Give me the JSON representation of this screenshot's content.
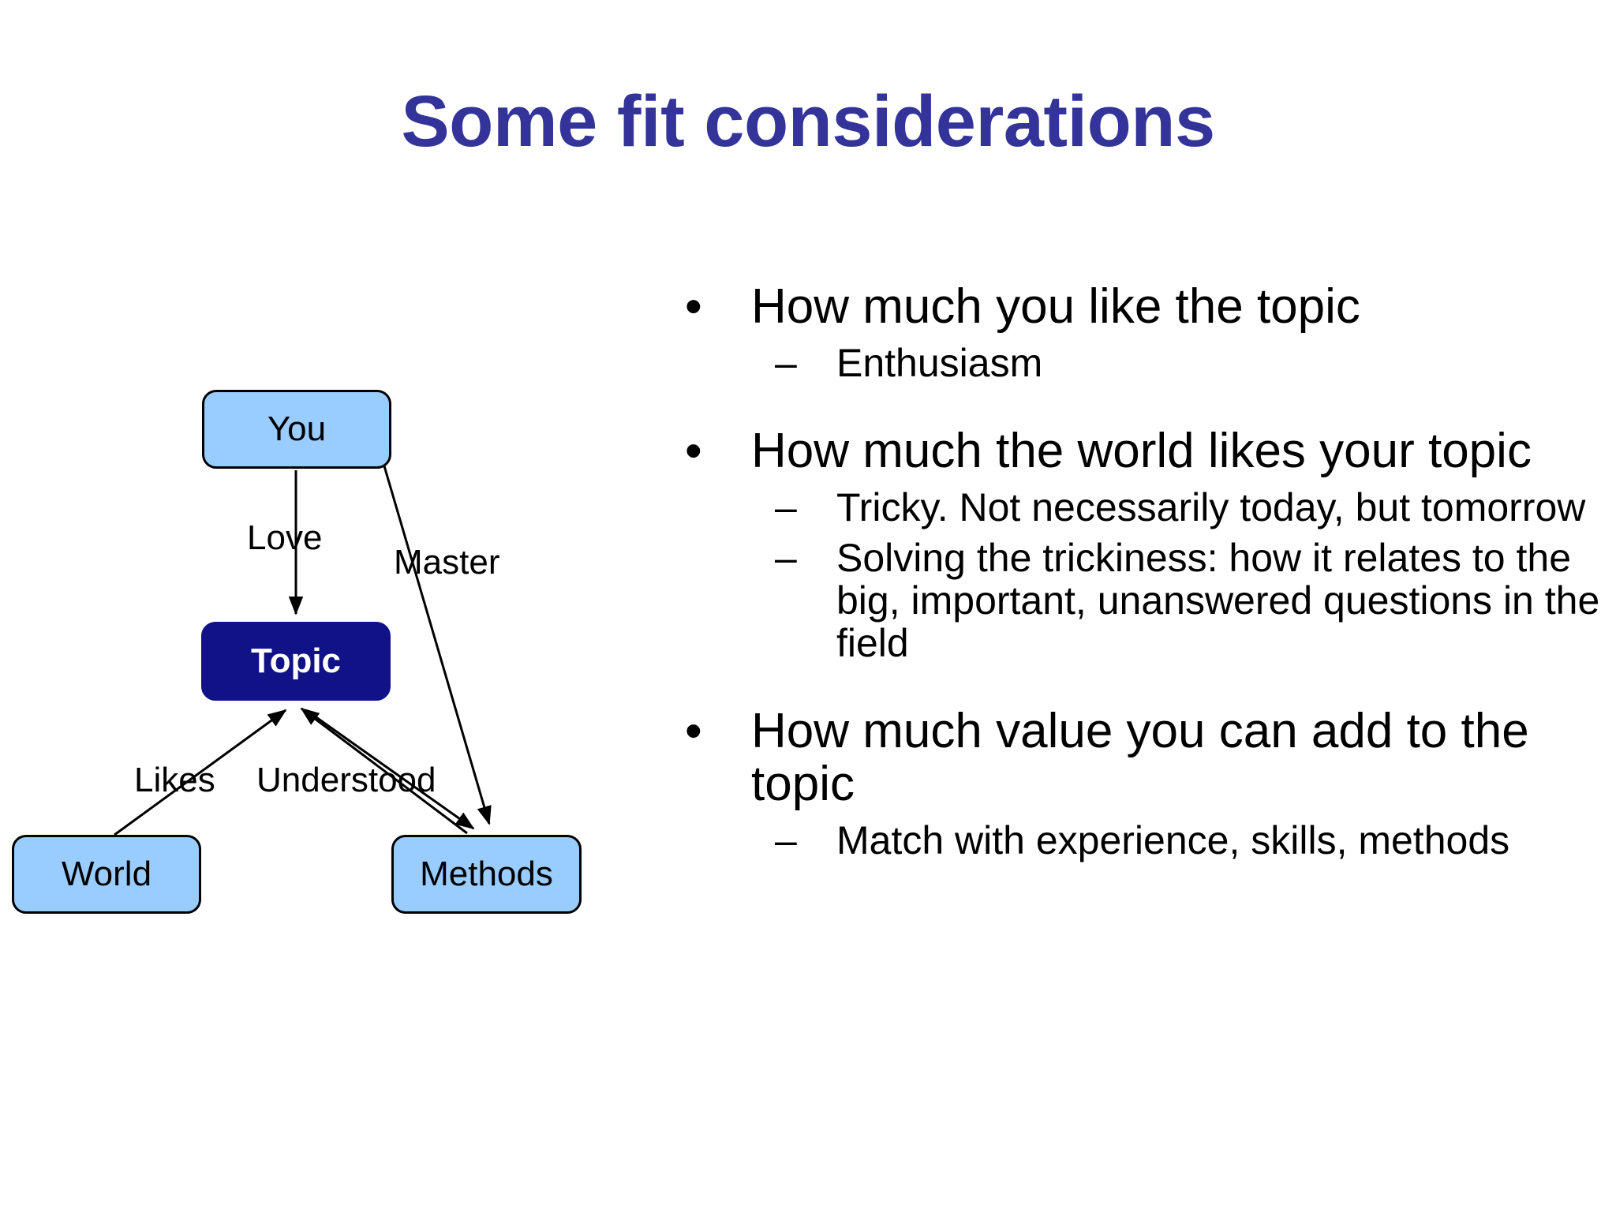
{
  "slide": {
    "title": "Some fit considerations",
    "title_color": "#333399",
    "background_color": "#ffffff"
  },
  "diagram": {
    "node_fill_light": "#99CCFF",
    "node_fill_dark": "#111188",
    "node_border": "#000000",
    "nodes": [
      {
        "id": "you",
        "label": "You"
      },
      {
        "id": "topic",
        "label": "Topic"
      },
      {
        "id": "world",
        "label": "World"
      },
      {
        "id": "methods",
        "label": "Methods"
      }
    ],
    "edges": [
      {
        "id": "you-topic",
        "label": "Love",
        "from": "You",
        "to": "Topic"
      },
      {
        "id": "you-methods",
        "label": "Master",
        "from": "You",
        "to": "Methods"
      },
      {
        "id": "world-topic",
        "label": "Likes",
        "from": "World",
        "to": "Topic"
      },
      {
        "id": "methods-topic",
        "label": "Understood",
        "from": "Methods",
        "to": "Topic"
      }
    ]
  },
  "bullets": [
    {
      "text": "How much you like the topic",
      "marker": "•",
      "sub": [
        {
          "text": "Enthusiasm",
          "marker": "–"
        }
      ]
    },
    {
      "text": "How much the world likes your topic",
      "marker": "•",
      "sub": [
        {
          "text": "Tricky.  Not necessarily today, but tomorrow",
          "marker": "–"
        },
        {
          "text": "Solving the trickiness: how it relates to the big, important, unanswered questions in the field",
          "marker": "–"
        }
      ]
    },
    {
      "text": "How much value you can add to the topic",
      "marker": "•",
      "sub": [
        {
          "text": "Match with experience, skills, methods",
          "marker": "–"
        }
      ]
    }
  ]
}
